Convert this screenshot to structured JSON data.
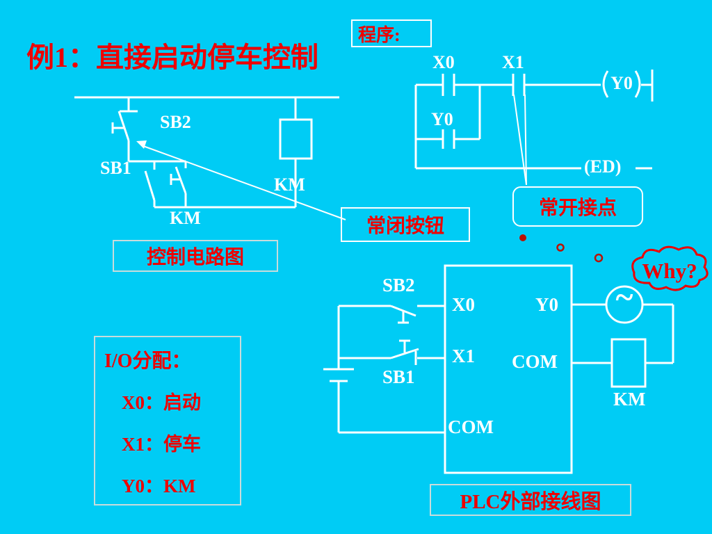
{
  "colors": {
    "background": "#00CCF5",
    "accent_red": "#EE0000",
    "line_white": "#FFFFFF",
    "dim_border": "#C8DCDC"
  },
  "title": "例1：直接启动停车控制",
  "program_box": {
    "label": "程序:"
  },
  "ladder": {
    "x0_label": "X0",
    "x1_label": "X1",
    "y0_coil_label": "Y0",
    "y0_contact_label": "Y0",
    "end_label": "(ED)"
  },
  "control_circuit": {
    "sb2_label": "SB2",
    "sb1_label": "SB1",
    "km_coil_label": "KM",
    "km_contact_label": "KM",
    "caption": "控制电路图"
  },
  "callouts": {
    "nc_button": "常闭按钮",
    "no_contact": "常开接点",
    "why": "Why?"
  },
  "io_panel": {
    "heading": "I/O分配：",
    "items": [
      "X0：启动",
      "X1：停车",
      "Y0：KM"
    ]
  },
  "plc_diagram": {
    "sb2_label": "SB2",
    "sb1_label": "SB1",
    "x0_label": "X0",
    "x1_label": "X1",
    "y0_label": "Y0",
    "com_right_label": "COM",
    "com_bottom_label": "COM",
    "km_label": "KM",
    "ac_source_symbol": "~",
    "caption": "PLC外部接线图"
  }
}
